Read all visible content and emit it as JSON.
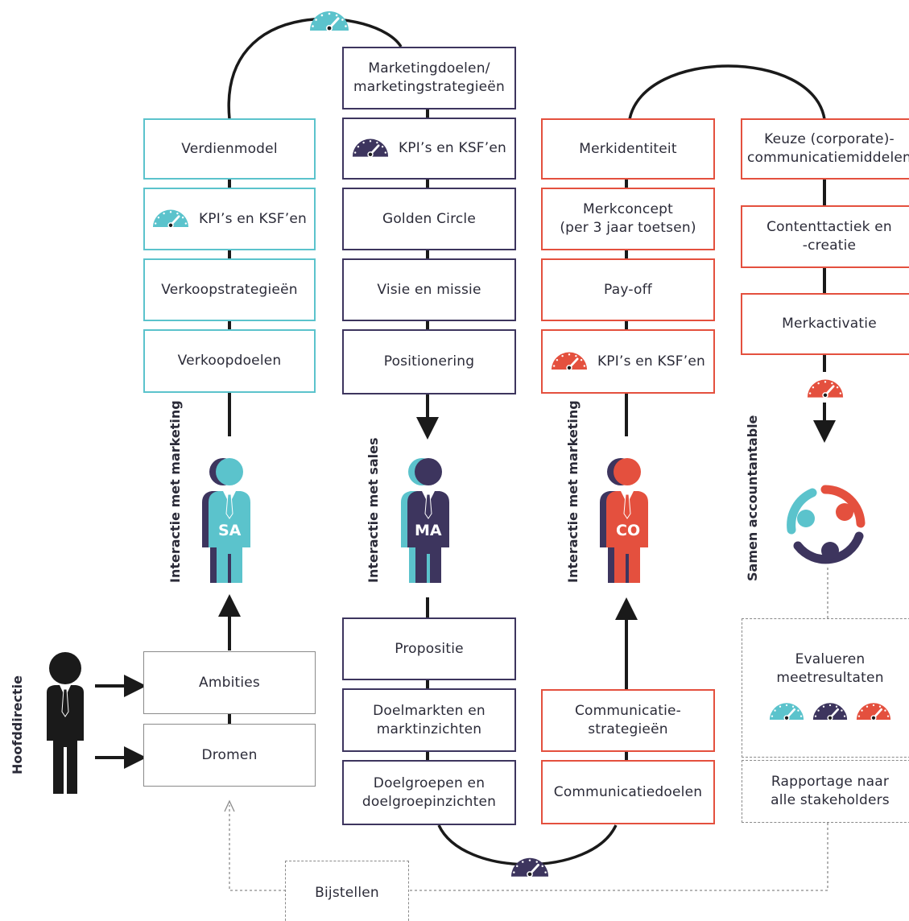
{
  "colors": {
    "teal": "#5bc3cc",
    "navy": "#3d355e",
    "red": "#e4503e",
    "black": "#1a1a1a",
    "grey": "#8a8a8a"
  },
  "sales_column": {
    "boxes": [
      "Verdienmodel",
      "KPI’s en KSF’en",
      "Verkoopstrategieën",
      "Verkoopdoelen"
    ],
    "interaction_label": "Interactie met marketing",
    "person_initials": "SA",
    "bottom_boxes": [
      "Ambities",
      "Dromen"
    ]
  },
  "marketing_column": {
    "top_box": "Marketingdoelen/\nmarketingstrategieën",
    "boxes": [
      "KPI’s en KSF’en",
      "Golden Circle",
      "Visie en missie",
      "Positionering"
    ],
    "interaction_label": "Interactie met sales",
    "person_initials": "MA",
    "bottom_boxes": [
      "Propositie",
      "Doelmarkten en\nmarktinzichten",
      "Doelgroepen en\ndoelgroepinzichten"
    ]
  },
  "communication_column": {
    "boxes": [
      "Merkidentiteit",
      "Merkconcept\n(per 3 jaar toetsen)",
      "Pay-off",
      "KPI’s en KSF’en"
    ],
    "interaction_label": "Interactie met marketing",
    "person_initials": "CO",
    "bottom_boxes": [
      "Communicatie-\nstrategieën",
      "Communicatiedoelen"
    ]
  },
  "activation_column": {
    "boxes": [
      "Keuze (corporate)-\ncommunicatiemiddelen",
      "Contenttactiek en\n-creatie",
      "Merkactivatie"
    ],
    "accountable_label": "Samen accountantable",
    "evaluate_box": "Evalueren\nmeetresultaten",
    "report_box": "Rapportage naar\nalle stakeholders"
  },
  "board_label": "Hoofddirectie",
  "adjust_box": "Bijstellen",
  "icons": [
    "gauge-icon",
    "person-icon",
    "team-cycle-icon",
    "arrow-icon"
  ]
}
